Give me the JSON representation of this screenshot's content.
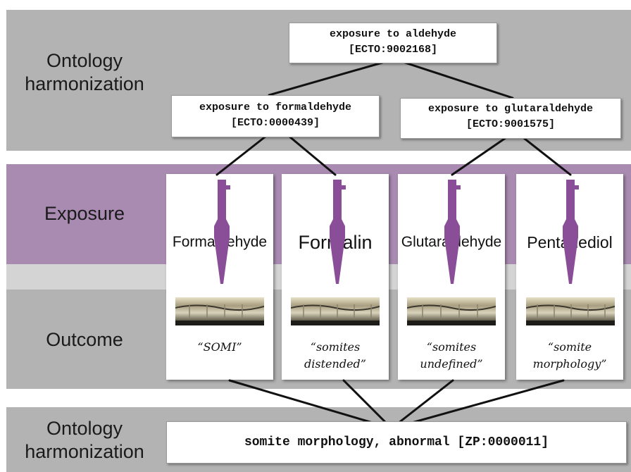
{
  "rows": {
    "top_label": "Ontology harmonization",
    "exposure_label": "Exposure",
    "outcome_label": "Outcome",
    "bottom_label": "Ontology harmonization"
  },
  "ontology": {
    "parent": {
      "term": "exposure to aldehyde",
      "id": "[ECTO:9002168]"
    },
    "children": [
      {
        "term": "exposure to formaldehyde",
        "id": "[ECTO:0000439]"
      },
      {
        "term": "exposure to glutaraldehyde",
        "id": "[ECTO:9001575]"
      }
    ]
  },
  "cards": [
    {
      "name": "Formaldehyde",
      "quote": "“SOMI”"
    },
    {
      "name": "Formalin",
      "quote": "“somites distended”"
    },
    {
      "name": "Glutaraldehyde",
      "quote": "“somites undefined”"
    },
    {
      "name": "Pentanediol",
      "quote": "“somite morphology”"
    }
  ],
  "outcome_term": "somite morphology, abnormal [ZP:0000011]",
  "colors": {
    "gray_band": "#b3b3b3",
    "purple_band": "#a98bb2",
    "pipette": "#8a4d98"
  },
  "icons": {
    "pipette": "pipette-icon",
    "embryo": "embryo-image"
  }
}
